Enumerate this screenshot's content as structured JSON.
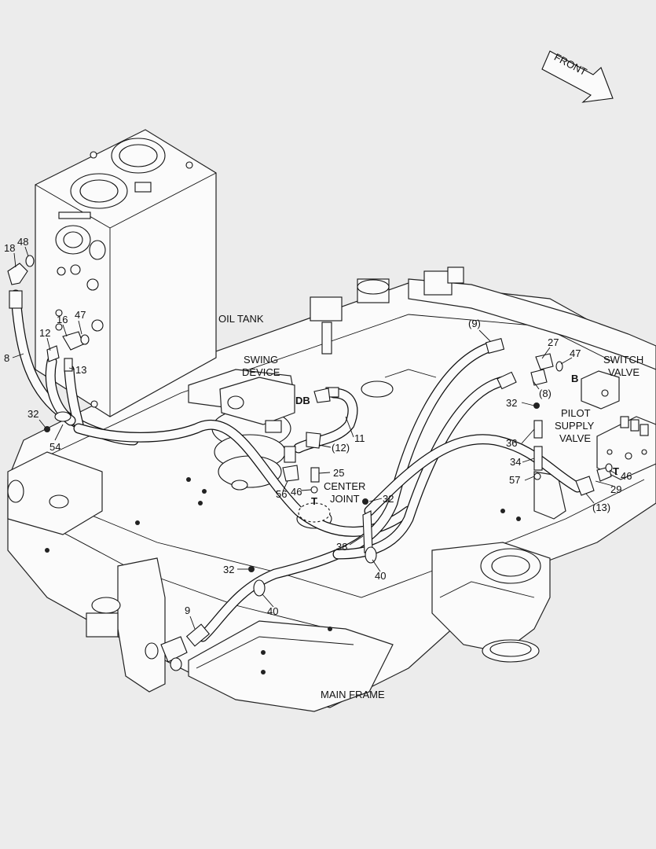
{
  "labels": {
    "front": "FRONT",
    "oil_tank": "OIL TANK",
    "swing_device_1": "SWING",
    "swing_device_2": "DEVICE",
    "switch_valve_1": "SWITCH",
    "switch_valve_2": "VALVE",
    "pilot_supply_1": "PILOT",
    "pilot_supply_2": "SUPPLY",
    "pilot_supply_3": "VALVE",
    "center_joint_1": "CENTER",
    "center_joint_2": "JOINT",
    "main_frame": "MAIN FRAME",
    "port_db": "DB",
    "port_b": "B",
    "port_t_right": "T",
    "port_t_center": "T"
  },
  "callouts": {
    "c18": "18",
    "c48": "48",
    "c12": "12",
    "c16": "16",
    "c47a": "47",
    "c8": "8",
    "c13": "13",
    "c32a": "32",
    "c54": "54",
    "c9a": "(9)",
    "c27": "27",
    "c47b": "47",
    "c8b": "(8)",
    "c32b": "32",
    "c36": "36",
    "c34": "34",
    "c57": "57",
    "c46a": "46",
    "c29": "29",
    "c13b": "(13)",
    "c11": "11",
    "c12b": "(12)",
    "c25": "25",
    "c46b": "46",
    "c56": "56",
    "c32c": "32",
    "c38": "38",
    "c40a": "40",
    "c32d": "32",
    "c40b": "40",
    "c9b": "9"
  }
}
